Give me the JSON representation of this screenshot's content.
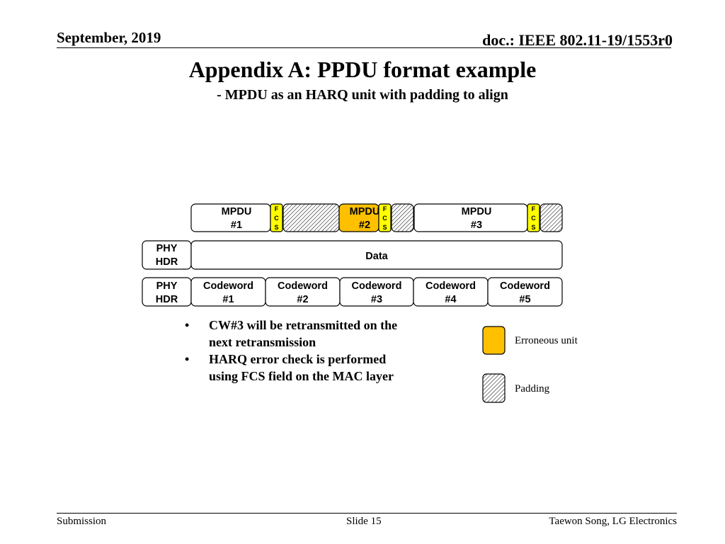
{
  "header": {
    "date": "September, 2019",
    "doc_id": "doc.: IEEE 802.11-19/1553r0"
  },
  "slide": {
    "title": "Appendix A: PPDU format example",
    "subtitle": "- MPDU as an HARQ unit with padding to align"
  },
  "diagram": {
    "mpdu_row": {
      "mpdu1": [
        "MPDU",
        "#1"
      ],
      "mpdu2": [
        "MPDU",
        "#2"
      ],
      "mpdu3": [
        "MPDU",
        "#3"
      ],
      "fcs": [
        "F",
        "C",
        "S"
      ]
    },
    "data_row": {
      "phy_hdr": [
        "PHY",
        "HDR"
      ],
      "data_label": "Data"
    },
    "codeword_row": {
      "phy_hdr": [
        "PHY",
        "HDR"
      ],
      "codewords": [
        [
          "Codeword",
          "#1"
        ],
        [
          "Codeword",
          "#2"
        ],
        [
          "Codeword",
          "#3"
        ],
        [
          "Codeword",
          "#4"
        ],
        [
          "Codeword",
          "#5"
        ]
      ]
    },
    "colors": {
      "erroneous": "#FFC000",
      "fcs": "#FFFF00",
      "stroke": "#000000"
    }
  },
  "bullets": [
    "CW#3 will be retransmitted on the next retransmission",
    "HARQ error check is performed using FCS field on the MAC layer"
  ],
  "bullet_marker": "•",
  "legend": {
    "erroneous_label": "Erroneous unit",
    "padding_label": "Padding"
  },
  "footer": {
    "left": "Submission",
    "center": "Slide 15",
    "right": "Taewon Song, LG Electronics"
  }
}
